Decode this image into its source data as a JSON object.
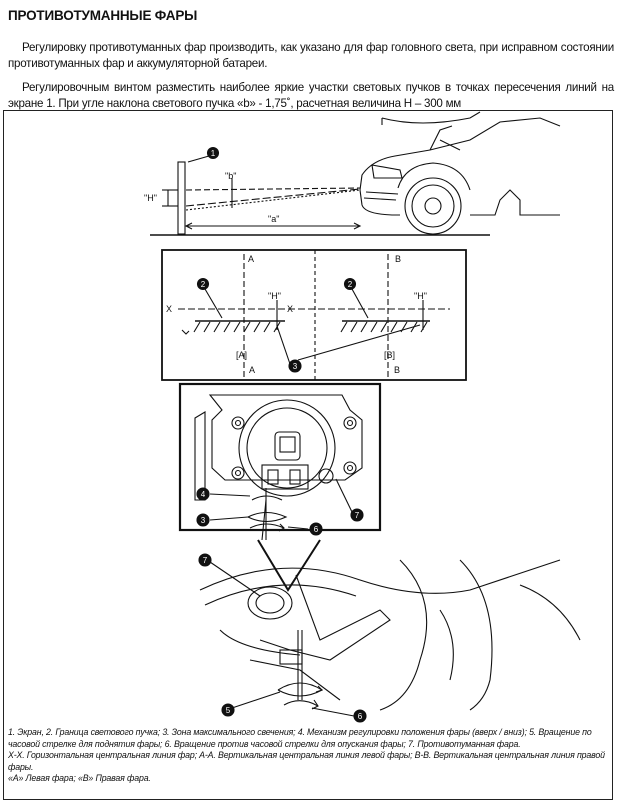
{
  "heading": "ПРОТИВОТУМАННЫЕ ФАРЫ",
  "paragraphs": [
    "Регулировку противотуманных фар производить, как указано для фар головного света, при исправном состоянии противотуманных фар и аккумуляторной батареи.",
    "Регулировочным винтом разместить наиболее яркие участки световых пучков в точках пересечения линий на экране 1. При угле наклона светового пучка «b» - 1,75˚, расчетная величина H – 300 мм"
  ],
  "figure": {
    "top": {
      "label_1": "1",
      "label_b": "\"b\"",
      "label_h": "\"H\"",
      "label_a": "\"a\""
    },
    "screen": {
      "A": "A",
      "B": "B",
      "X": "X",
      "H": "\"H\"",
      "bracket_a": "[A]",
      "bracket_b": "[B]",
      "num_2": "2",
      "num_3": "3"
    },
    "lamp": {
      "n4": "4",
      "n3": "3",
      "n6": "6",
      "n7": "7"
    },
    "bumper": {
      "n7": "7",
      "n5": "5",
      "n6": "6"
    }
  },
  "caption": {
    "line1": "1. Экран, 2. Граница светового пучка; 3. Зона максимального свечения; 4. Механизм регулировки положения фары (вверх / вниз); 5. Вращение по часовой стрелке для поднятия фары; 6. Вращение против часовой стрелки для опускания фары; 7. Противотуманная фара.",
    "line2": "X-X. Горизонтальная центральная линия фар; A-A. Вертикальная центральная линия левой фары; B-B. Вертикальная центральная линия правой фары.",
    "line3": "«A» Левая фара; «B» Правая фара."
  }
}
